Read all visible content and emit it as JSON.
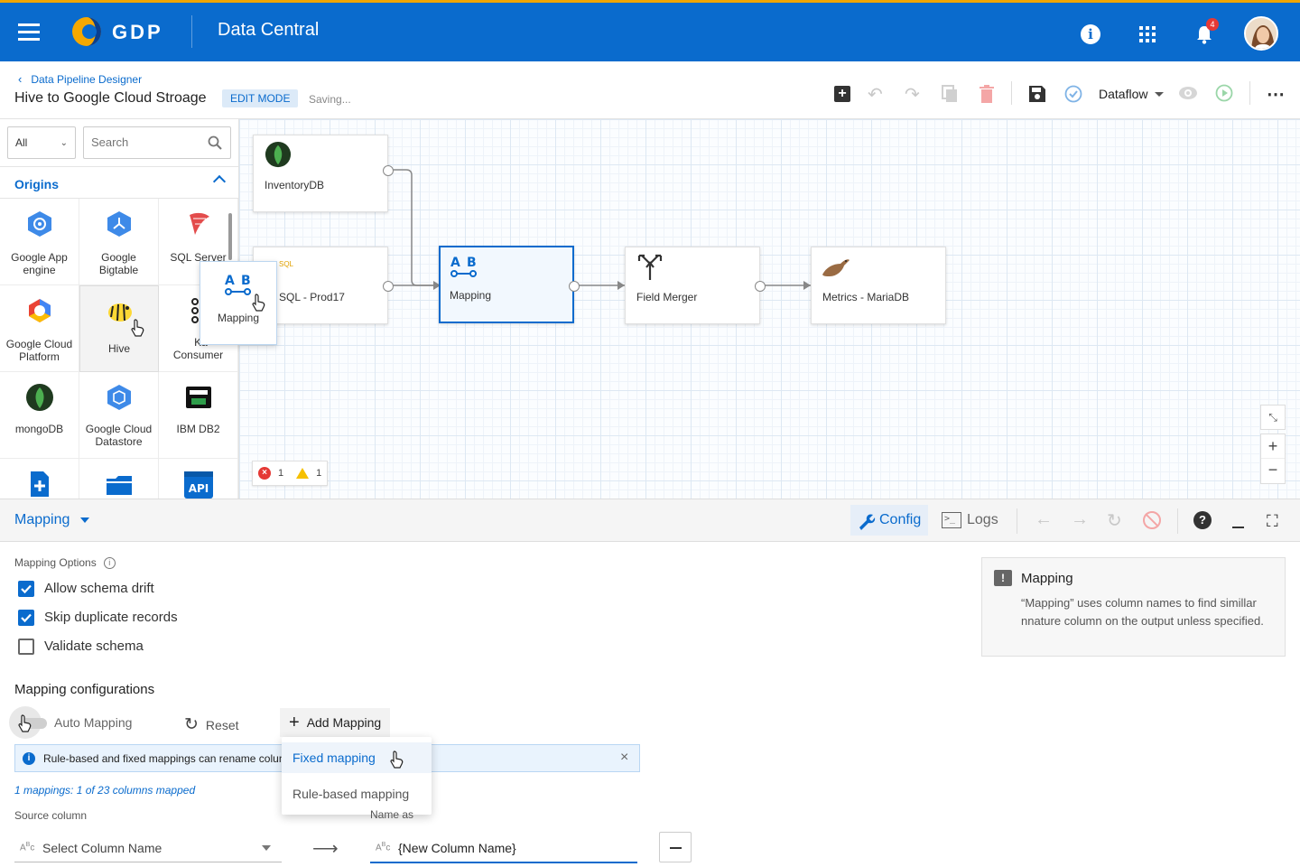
{
  "app": {
    "brand": "GDP",
    "title": "Data Central",
    "notification_count": "4"
  },
  "header": {
    "breadcrumb": "Data Pipeline Designer",
    "pipeline_title": "Hive to Google Cloud Stroage",
    "mode_badge": "EDIT MODE",
    "status": "Saving...",
    "view_select": "Dataflow"
  },
  "sidebar": {
    "filter_value": "All",
    "search_placeholder": "Search",
    "section": "Origins",
    "tiles": [
      {
        "label": "Google App engine"
      },
      {
        "label": "Google Bigtable"
      },
      {
        "label": "SQL Server"
      },
      {
        "label": "Google Cloud Platform"
      },
      {
        "label": "Hive"
      },
      {
        "label": "Kafka Consumer",
        "visible": "Ka"
      },
      {
        "label": "mongoDB"
      },
      {
        "label": "Google Cloud Datastore"
      },
      {
        "label": "IBM DB2"
      }
    ],
    "tile_labels": {
      "t0a": "Google App",
      "t0b": "engine",
      "t1a": "Google",
      "t1b": "Bigtable",
      "t2a": "SQL Server",
      "t3a": "Google Cloud",
      "t3b": "Platform",
      "t4a": "Hive",
      "t5a": "Ka",
      "t5b": "Consumer",
      "t6a": "mongoDB",
      "t7a": "Google Cloud",
      "t7b": "Datastore",
      "t8a": "IBM DB2"
    },
    "drag_label": "Mapping"
  },
  "canvas": {
    "nodes": {
      "inventory": "InventoryDB",
      "sql": "SQL - Prod17",
      "mapping": "Mapping",
      "merger": "Field Merger",
      "metrics": "Metrics - MariaDB"
    },
    "errors": "1",
    "warnings": "1"
  },
  "bottom": {
    "stage_select": "Mapping",
    "tab_config": "Config",
    "tab_logs": "Logs"
  },
  "config": {
    "options_label": "Mapping Options",
    "allow_schema_drift": "Allow schema drift",
    "skip_duplicates": "Skip duplicate records",
    "validate_schema": "Validate schema",
    "section_title": "Mapping configurations",
    "auto_mapping": "Auto Mapping",
    "reset": "Reset",
    "add_mapping": "Add Mapping",
    "info_text": "Rule-based and fixed mappings can rename colun",
    "summary": "1 mappings: 1 of 23 columns mapped",
    "source_column_label": "Source column",
    "name_as_label": "Name as",
    "source_placeholder": "Select Column Name",
    "name_value": "{New Column Name}",
    "menu": [
      "Fixed mapping",
      "Rule-based mapping"
    ],
    "menu_fixed": "Fixed mapping",
    "menu_rule": "Rule-based mapping"
  },
  "help": {
    "title": "Mapping",
    "text": "“Mapping” uses column names to find simillar nnature column on the output unless specified."
  },
  "colors": {
    "primary": "#0a6bcd",
    "accent": "#f0a500",
    "error": "#e53935",
    "warning": "#f6c000"
  }
}
